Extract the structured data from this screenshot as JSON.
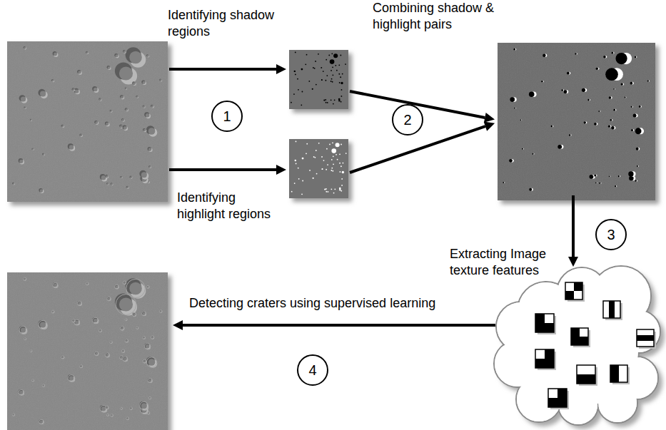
{
  "diagram": {
    "nodes": [
      {
        "text": [
          "1"
        ]
      },
      {
        "text": [
          "2"
        ]
      },
      {
        "text": [
          "3"
        ]
      },
      {
        "text": [
          "4"
        ]
      }
    ],
    "labels": [
      "Identifying shadow regions",
      "Combining shadow & highlight pairs",
      "Identifying highlight regions",
      "Extracting Image texture features",
      "Detecting craters using supervised learning"
    ]
  }
}
